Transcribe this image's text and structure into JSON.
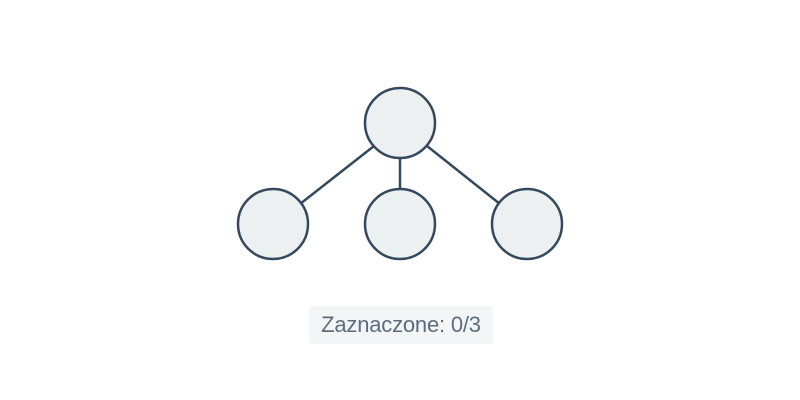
{
  "tree": {
    "nodes": [
      {
        "id": "root",
        "selected": false
      },
      {
        "id": "child-left",
        "selected": false
      },
      {
        "id": "child-middle",
        "selected": false
      },
      {
        "id": "child-right",
        "selected": false
      }
    ],
    "colors": {
      "node_fill": "#ecf0f1",
      "node_stroke": "#34495e",
      "edge": "#34495e"
    }
  },
  "status": {
    "label": "Zaznaczone: 0/3",
    "selected_count": 0,
    "total": 3
  }
}
